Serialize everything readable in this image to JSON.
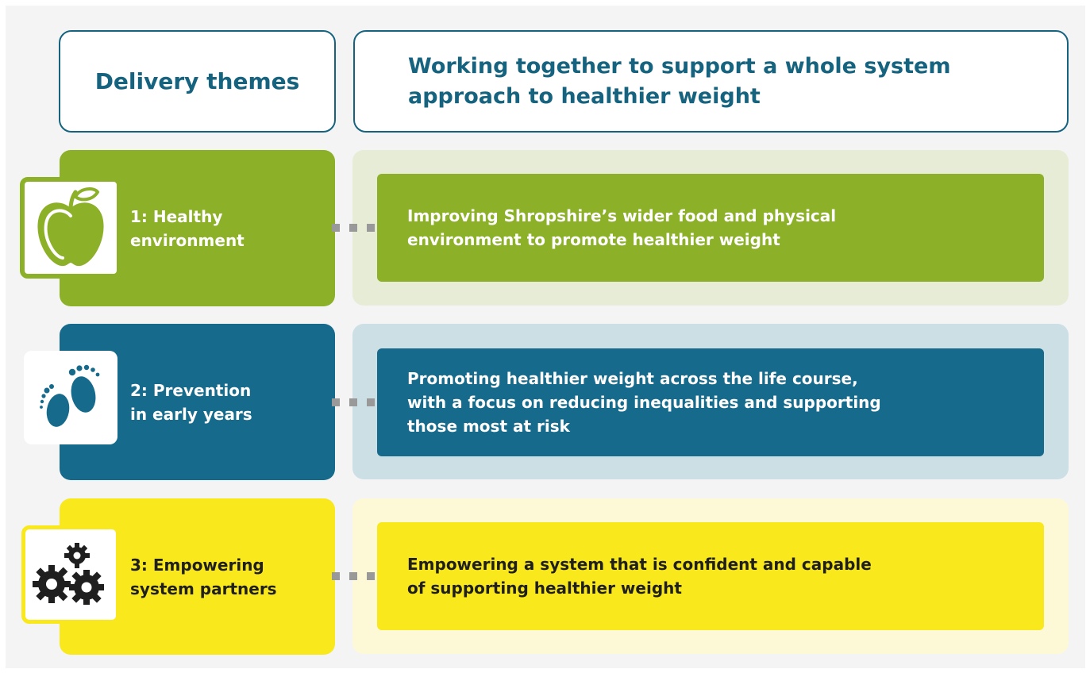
{
  "header": {
    "left_title": "Delivery themes",
    "right_title_line1": "Working together to support a whole system",
    "right_title_line2": "approach to healthier weight"
  },
  "themes": [
    {
      "label_line1": "1: Healthy",
      "label_line2": "environment",
      "icon": "apple-icon",
      "description_line1": "Improving Shropshire’s wider food and physical",
      "description_line2": "environment to promote healthier weight",
      "description_line3": "",
      "color": "#8cb129",
      "panel_color": "#e6ecd6"
    },
    {
      "label_line1": "2: Prevention",
      "label_line2": "in early years",
      "icon": "baby-feet-icon",
      "description_line1": "Promoting healthier weight across the life course,",
      "description_line2": "with a focus on reducing inequalities and supporting",
      "description_line3": "those most at risk",
      "color": "#166a8b",
      "panel_color": "#ccdfe5"
    },
    {
      "label_line1": "3: Empowering",
      "label_line2": "system partners",
      "icon": "gears-icon",
      "description_line1": "Empowering a system that is confident and capable",
      "description_line2": "of supporting healthier weight",
      "description_line3": "",
      "color": "#f9e81b",
      "panel_color": "#fdf9d6"
    }
  ]
}
